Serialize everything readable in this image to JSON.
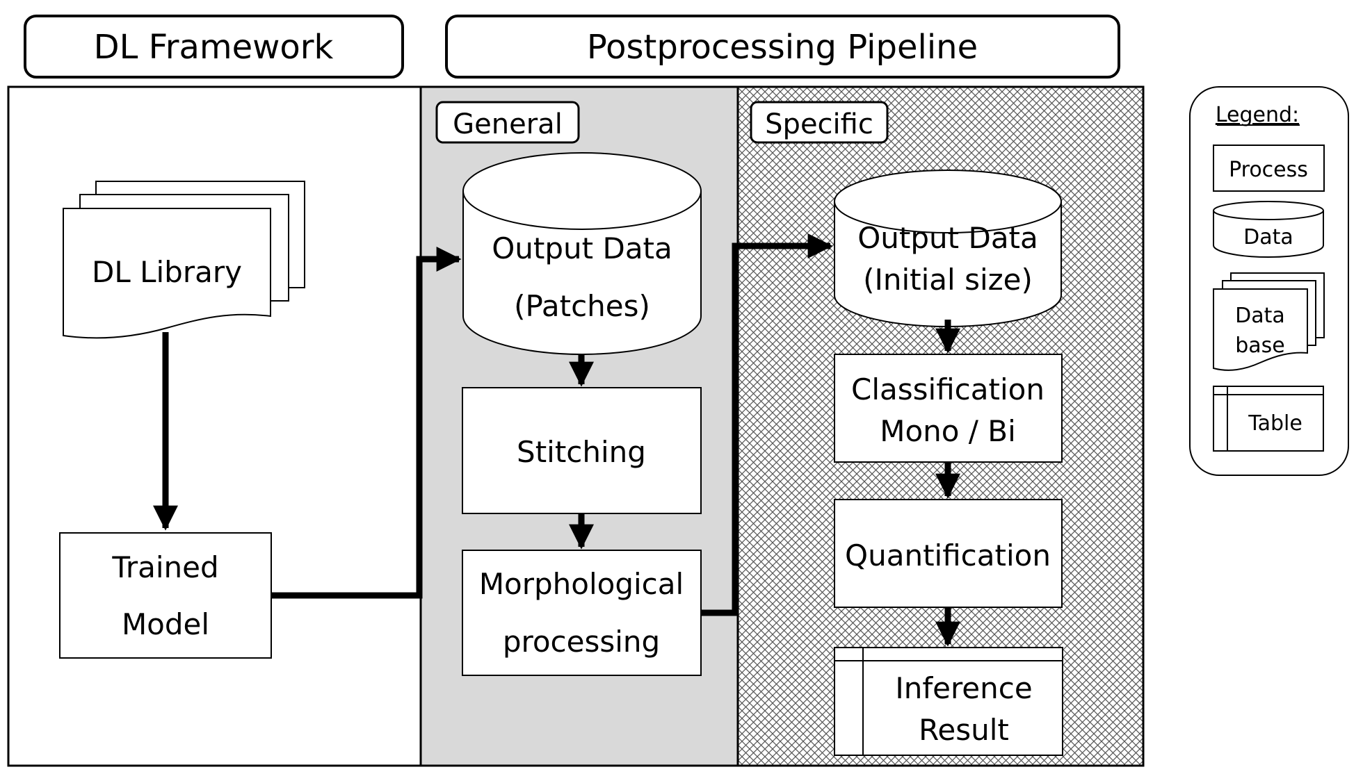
{
  "headers": {
    "framework": "DL Framework",
    "pipeline": "Postprocessing Pipeline"
  },
  "sections": {
    "general": "General",
    "specific": "Specific"
  },
  "nodes": {
    "dl_library": "DL Library",
    "trained_model": [
      "Trained",
      "Model"
    ],
    "output_patches": [
      "Output Data",
      "(Patches)"
    ],
    "stitching": "Stitching",
    "morphological": [
      "Morphological",
      "processing"
    ],
    "output_initial": [
      "Output Data",
      "(Initial size)"
    ],
    "classification": [
      "Classification",
      "Mono / Bi"
    ],
    "quantification": "Quantification",
    "inference": [
      "Inference",
      "Result"
    ]
  },
  "legend": {
    "title": "Legend:",
    "process": "Process",
    "data": "Data",
    "database": [
      "Data",
      "base"
    ],
    "table": "Table"
  },
  "colors": {
    "general_fill": "#d9d9d9",
    "line": "#000000",
    "background": "#ffffff"
  }
}
